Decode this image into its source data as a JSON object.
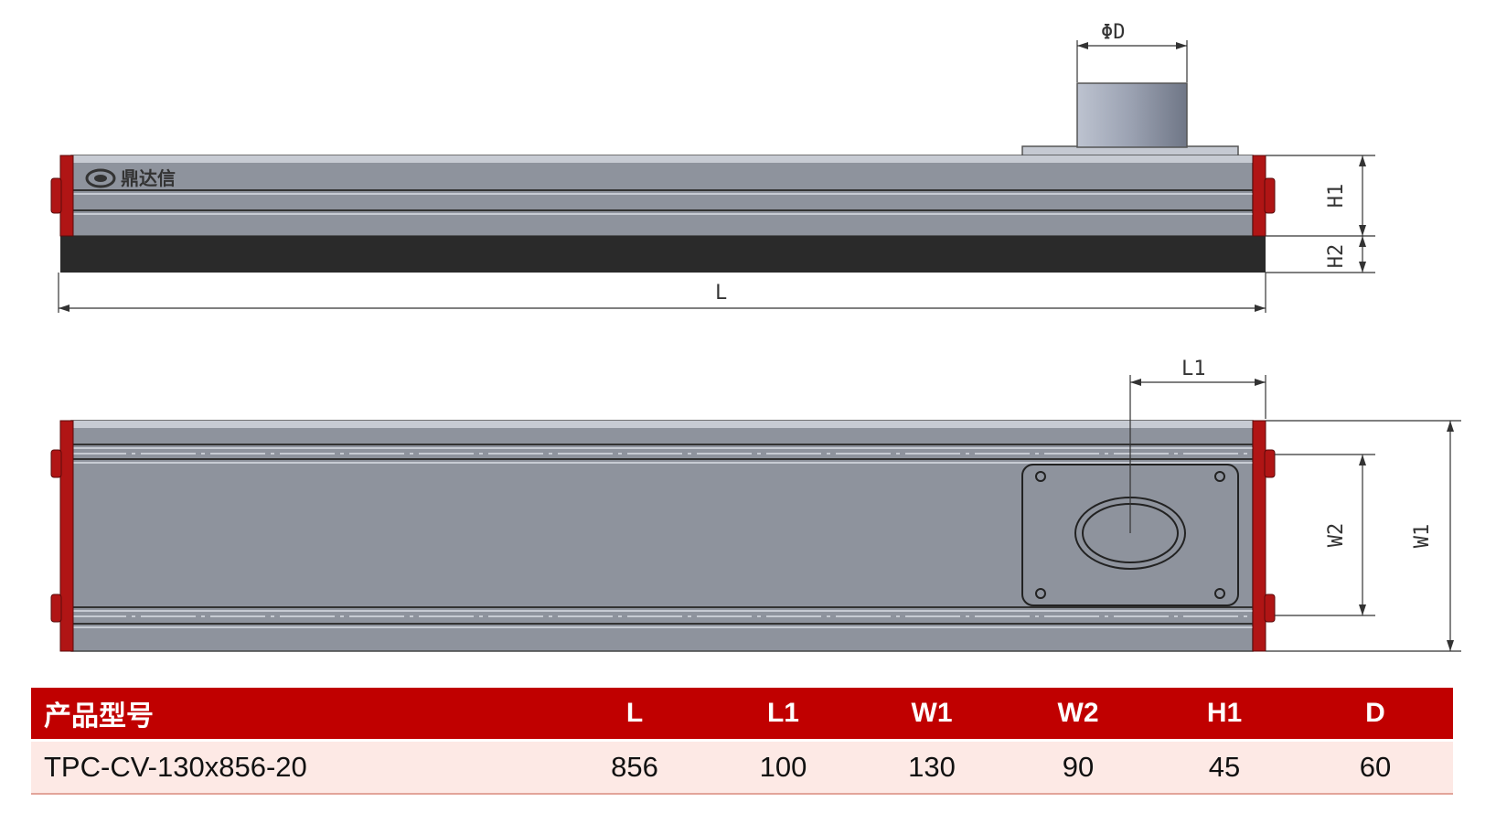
{
  "brand": {
    "name": "鼎达信"
  },
  "dimensions": {
    "phi_d": "ΦD",
    "h1": "H1",
    "h2": "H2",
    "l": "L",
    "l1": "L1",
    "w1": "W1",
    "w2": "W2"
  },
  "table": {
    "headers": [
      "产品型号",
      "L",
      "L1",
      "W1",
      "W2",
      "H1",
      "D"
    ],
    "rows": [
      [
        "TPC-CV-130x856-20",
        "856",
        "100",
        "130",
        "90",
        "45",
        "60"
      ]
    ]
  },
  "colors": {
    "header_bg": "#c00000",
    "row_bg": "#fde9e5",
    "end_cap": "#b01515",
    "body": "#8e939d",
    "base": "#2a2a2a"
  }
}
